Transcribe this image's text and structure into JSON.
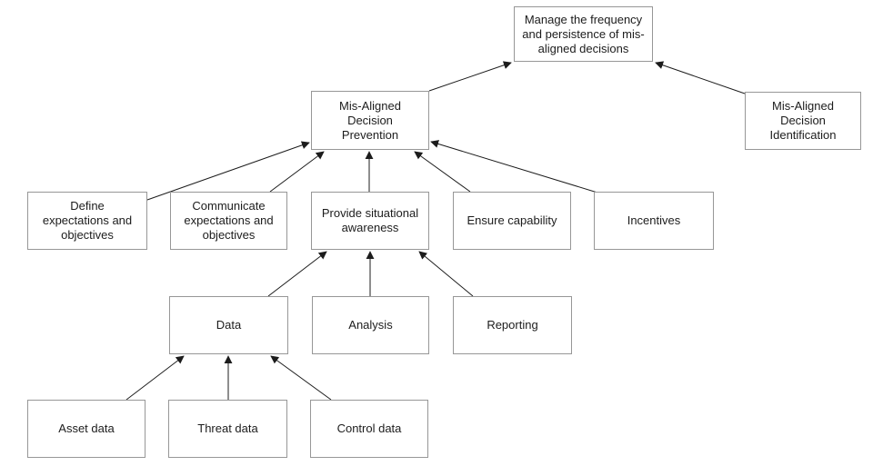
{
  "diagram": {
    "background_color": "#ffffff",
    "box_border_color": "#979797",
    "arrow_color": "#1c1c1c",
    "text_color": "#1c1c1c",
    "nodes": {
      "top": {
        "label": "Manage the frequency and persistence of mis-aligned decisions"
      },
      "prevention": {
        "label": "Mis-Aligned Decision Prevention"
      },
      "identification": {
        "label": "Mis-Aligned Decision Identification"
      },
      "define": {
        "label": "Define expectations and objectives"
      },
      "communicate": {
        "label": "Communicate expectations and objectives"
      },
      "psa": {
        "label": "Provide situational awareness"
      },
      "ensure": {
        "label": "Ensure capability"
      },
      "incentives": {
        "label": "Incentives"
      },
      "data": {
        "label": "Data"
      },
      "analysis": {
        "label": "Analysis"
      },
      "reporting": {
        "label": "Reporting"
      },
      "asset": {
        "label": "Asset data"
      },
      "threat": {
        "label": "Threat data"
      },
      "control": {
        "label": "Control data"
      }
    },
    "edges": [
      {
        "from": "prevention",
        "to": "top"
      },
      {
        "from": "identification",
        "to": "top"
      },
      {
        "from": "define",
        "to": "prevention"
      },
      {
        "from": "communicate",
        "to": "prevention"
      },
      {
        "from": "psa",
        "to": "prevention"
      },
      {
        "from": "ensure",
        "to": "prevention"
      },
      {
        "from": "incentives",
        "to": "prevention"
      },
      {
        "from": "data",
        "to": "psa"
      },
      {
        "from": "analysis",
        "to": "psa"
      },
      {
        "from": "reporting",
        "to": "psa"
      },
      {
        "from": "asset",
        "to": "data"
      },
      {
        "from": "threat",
        "to": "data"
      },
      {
        "from": "control",
        "to": "data"
      }
    ]
  }
}
